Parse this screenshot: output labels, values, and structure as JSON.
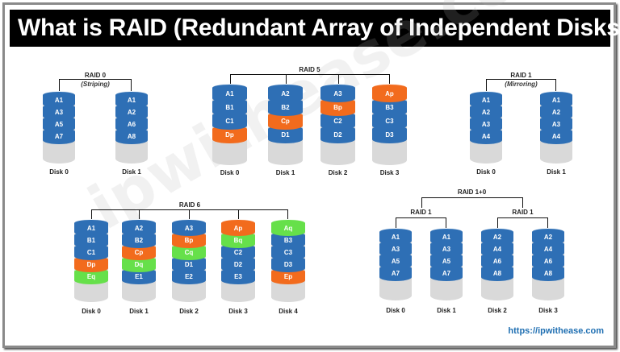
{
  "title": "What is RAID (Redundant Array of Independent Disks)",
  "watermark": "ipwithease.com",
  "footer": {
    "url": "https://ipwithease.com"
  },
  "colors": {
    "data": "#2e6fb5",
    "parity_p": "#f26b1d",
    "parity_q": "#66e04a",
    "empty": "#d9d9d9",
    "separator": "#ffffff"
  },
  "groups": [
    {
      "id": "raid0",
      "label": "RAID 0",
      "sublabel": "(Striping)",
      "disks": [
        {
          "label": "Disk 0",
          "blocks": [
            [
              "A1",
              "data"
            ],
            [
              "A3",
              "data"
            ],
            [
              "A5",
              "data"
            ],
            [
              "A7",
              "data"
            ]
          ]
        },
        {
          "label": "Disk 1",
          "blocks": [
            [
              "A1",
              "data"
            ],
            [
              "A2",
              "data"
            ],
            [
              "A6",
              "data"
            ],
            [
              "A8",
              "data"
            ]
          ]
        }
      ]
    },
    {
      "id": "raid5",
      "label": "RAID 5",
      "disks": [
        {
          "label": "Disk 0",
          "blocks": [
            [
              "A1",
              "data"
            ],
            [
              "B1",
              "data"
            ],
            [
              "C1",
              "data"
            ],
            [
              "Dp",
              "p"
            ]
          ]
        },
        {
          "label": "Disk 1",
          "blocks": [
            [
              "A2",
              "data"
            ],
            [
              "B2",
              "data"
            ],
            [
              "Cp",
              "p"
            ],
            [
              "D1",
              "data"
            ]
          ]
        },
        {
          "label": "Disk 2",
          "blocks": [
            [
              "A3",
              "data"
            ],
            [
              "Bp",
              "p"
            ],
            [
              "C2",
              "data"
            ],
            [
              "D2",
              "data"
            ]
          ]
        },
        {
          "label": "Disk 3",
          "blocks": [
            [
              "Ap",
              "p"
            ],
            [
              "B3",
              "data"
            ],
            [
              "C3",
              "data"
            ],
            [
              "D3",
              "data"
            ]
          ]
        }
      ]
    },
    {
      "id": "raid1",
      "label": "RAID 1",
      "sublabel": "(Mirroring)",
      "disks": [
        {
          "label": "Disk 0",
          "blocks": [
            [
              "A1",
              "data"
            ],
            [
              "A2",
              "data"
            ],
            [
              "A3",
              "data"
            ],
            [
              "A4",
              "data"
            ]
          ]
        },
        {
          "label": "Disk 1",
          "blocks": [
            [
              "A1",
              "data"
            ],
            [
              "A2",
              "data"
            ],
            [
              "A3",
              "data"
            ],
            [
              "A4",
              "data"
            ]
          ]
        }
      ]
    },
    {
      "id": "raid6",
      "label": "RAID 6",
      "disks": [
        {
          "label": "Disk 0",
          "blocks": [
            [
              "A1",
              "data"
            ],
            [
              "B1",
              "data"
            ],
            [
              "C1",
              "data"
            ],
            [
              "Dp",
              "p"
            ],
            [
              "Eq",
              "q"
            ]
          ]
        },
        {
          "label": "Disk 1",
          "blocks": [
            [
              "A2",
              "data"
            ],
            [
              "B2",
              "data"
            ],
            [
              "Cp",
              "p"
            ],
            [
              "Dq",
              "q"
            ],
            [
              "E1",
              "data"
            ]
          ]
        },
        {
          "label": "Disk 2",
          "blocks": [
            [
              "A3",
              "data"
            ],
            [
              "Bp",
              "p"
            ],
            [
              "Cq",
              "q"
            ],
            [
              "D1",
              "data"
            ],
            [
              "E2",
              "data"
            ]
          ]
        },
        {
          "label": "Disk 3",
          "blocks": [
            [
              "Ap",
              "p"
            ],
            [
              "Bq",
              "q"
            ],
            [
              "C2",
              "data"
            ],
            [
              "D2",
              "data"
            ],
            [
              "E3",
              "data"
            ]
          ]
        },
        {
          "label": "Disk 4",
          "blocks": [
            [
              "Aq",
              "q"
            ],
            [
              "B3",
              "data"
            ],
            [
              "C3",
              "data"
            ],
            [
              "D3",
              "data"
            ],
            [
              "Ep",
              "p"
            ]
          ]
        }
      ]
    },
    {
      "id": "raid10",
      "label": "RAID 1+0",
      "subgroups": [
        "RAID 1",
        "RAID 1"
      ],
      "disks": [
        {
          "label": "Disk 0",
          "blocks": [
            [
              "A1",
              "data"
            ],
            [
              "A3",
              "data"
            ],
            [
              "A5",
              "data"
            ],
            [
              "A7",
              "data"
            ]
          ]
        },
        {
          "label": "Disk 1",
          "blocks": [
            [
              "A1",
              "data"
            ],
            [
              "A3",
              "data"
            ],
            [
              "A5",
              "data"
            ],
            [
              "A7",
              "data"
            ]
          ]
        },
        {
          "label": "Disk 2",
          "blocks": [
            [
              "A2",
              "data"
            ],
            [
              "A4",
              "data"
            ],
            [
              "A6",
              "data"
            ],
            [
              "A8",
              "data"
            ]
          ]
        },
        {
          "label": "Disk 3",
          "blocks": [
            [
              "A2",
              "data"
            ],
            [
              "A4",
              "data"
            ],
            [
              "A6",
              "data"
            ],
            [
              "A8",
              "data"
            ]
          ]
        }
      ]
    }
  ]
}
